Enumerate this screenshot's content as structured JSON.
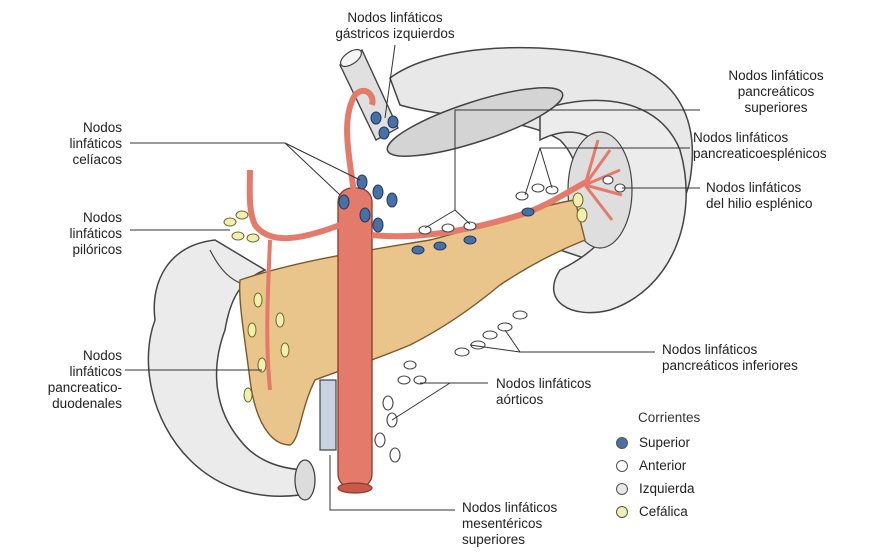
{
  "labels": {
    "gastricos": [
      "Nodos linfáticos",
      "gástricos izquierdos"
    ],
    "pancreaticos_superiores": [
      "Nodos linfáticos",
      "pancreáticos",
      "superiores"
    ],
    "celiacos": [
      "Nodos",
      "linfáticos",
      "celíacos"
    ],
    "pancreaticoesplenicos": [
      "Nodos linfáticos",
      "pancreaticoesplénicos"
    ],
    "hilio": [
      "Nodos linfáticos",
      "del hilio esplénico"
    ],
    "piloricos": [
      "Nodos",
      "linfáticos",
      "pilóricos"
    ],
    "pancreaticoduodenales": [
      "Nodos",
      "linfáticos",
      "pancreatico-",
      "duodenales"
    ],
    "inferiores": [
      "Nodos linfáticos",
      "pancreáticos inferiores"
    ],
    "aorticos": [
      "Nodos linfáticos",
      "aórticos"
    ],
    "mesentericos": [
      "Nodos linfáticos",
      "mesentéricos",
      "superiores"
    ]
  },
  "legend": {
    "title": "Corrientes",
    "items": [
      {
        "label": "Superior",
        "color": "#4a6fa5"
      },
      {
        "label": "Anterior",
        "color": "#ffffff"
      },
      {
        "label": "Izquierda",
        "color": "#e8e8e8"
      },
      {
        "label": "Cefálica",
        "color": "#f3efb0"
      }
    ]
  },
  "colors": {
    "organ": "#e6e6e6",
    "pancreas": "#e9c48b",
    "artery": "#e47b6a",
    "vein": "#c9d2e0"
  }
}
